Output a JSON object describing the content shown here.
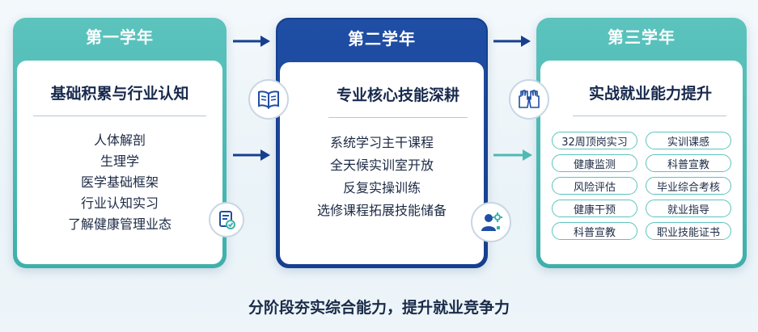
{
  "stages": [
    {
      "title": "第一学年",
      "subtitle": "基础积累与行业认知",
      "items": [
        "人体解剖",
        "生理学",
        "医学基础框架",
        "行业认知实习",
        "了解健康管理业态"
      ],
      "icon": "document-check-icon"
    },
    {
      "title": "第二学年",
      "subtitle": "专业核心技能深耕",
      "items": [
        "系统学习主干课程",
        "全天候实训室开放",
        "反复实操训练",
        "选修课程拓展技能储备"
      ],
      "icons": [
        "open-book-icon",
        "person-gear-icon"
      ]
    },
    {
      "title": "第三学年",
      "subtitle": "实战就业能力提升",
      "pills": [
        "32周顶岗实习",
        "实训课感",
        "健康监测",
        "科普宣教",
        "风险评估",
        "毕业综合考核",
        "健康干预",
        "就业指导",
        "科普宣教",
        "职业技能证书"
      ],
      "icon": "gloved-hands-icon"
    }
  ],
  "footer": "分阶段夯实综合能力，提升就业竞争力",
  "colors": {
    "teal": "#3eb0ab",
    "navy": "#163f8f",
    "text": "#17294d"
  }
}
